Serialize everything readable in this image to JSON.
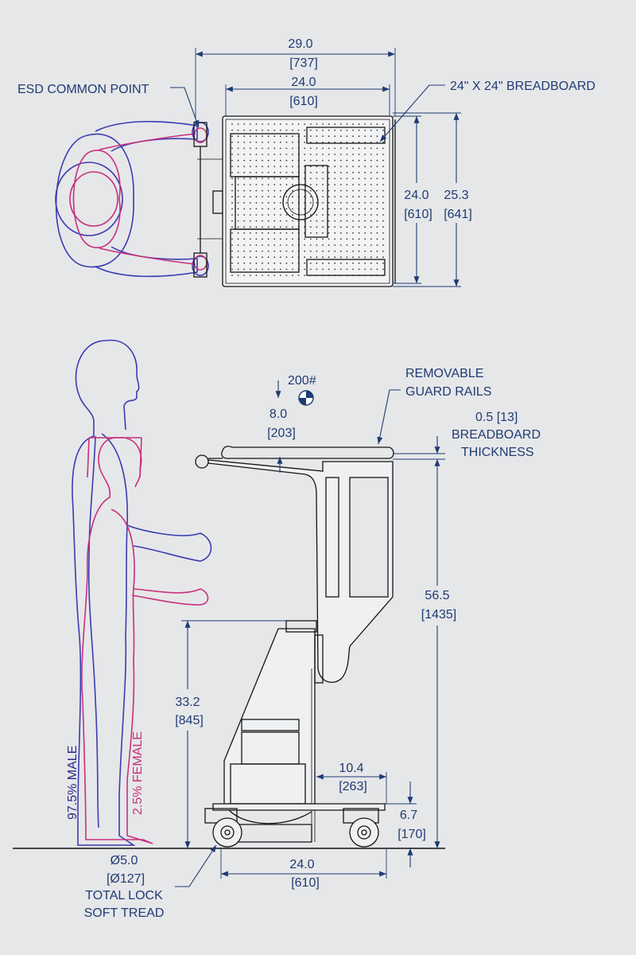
{
  "colors": {
    "background": "#e6e7e9",
    "dimension": "#1f3b73",
    "equipment": "#141414",
    "male": "#3a3cb0",
    "female": "#c8307e"
  },
  "top_view": {
    "overall_width": {
      "value": "29.0",
      "metric": "[737]"
    },
    "breadboard_width": {
      "value": "24.0",
      "metric": "[610]"
    },
    "breadboard_depth": {
      "value": "24.0",
      "metric": "[610]"
    },
    "overall_depth": {
      "value": "25.3",
      "metric": "[641]"
    },
    "esd_label": "ESD COMMON POINT",
    "breadboard_label": "24\" X 24\" BREADBOARD"
  },
  "side_view": {
    "load": "200#",
    "cg_height": {
      "value": "8.0",
      "metric": "[203]"
    },
    "guard_rails": [
      "REMOVABLE",
      "GUARD RAILS"
    ],
    "thickness": {
      "value": "0.5 [13]",
      "lines": [
        "BREADBOARD",
        "THICKNESS"
      ]
    },
    "work_height": {
      "value": "56.5",
      "metric": "[1435]"
    },
    "lower_height": {
      "value": "33.2",
      "metric": "[845]"
    },
    "offset": {
      "value": "10.4",
      "metric": "[263]"
    },
    "base_height": {
      "value": "6.7",
      "metric": "[170]"
    },
    "base_width": {
      "value": "24.0",
      "metric": "[610]"
    },
    "caster": {
      "diameter": "Ø5.0",
      "metric": "[Ø127]",
      "lines": [
        "TOTAL LOCK",
        "SOFT TREAD"
      ]
    },
    "male_label": "97.5% MALE",
    "female_label": "2.5% FEMALE"
  }
}
